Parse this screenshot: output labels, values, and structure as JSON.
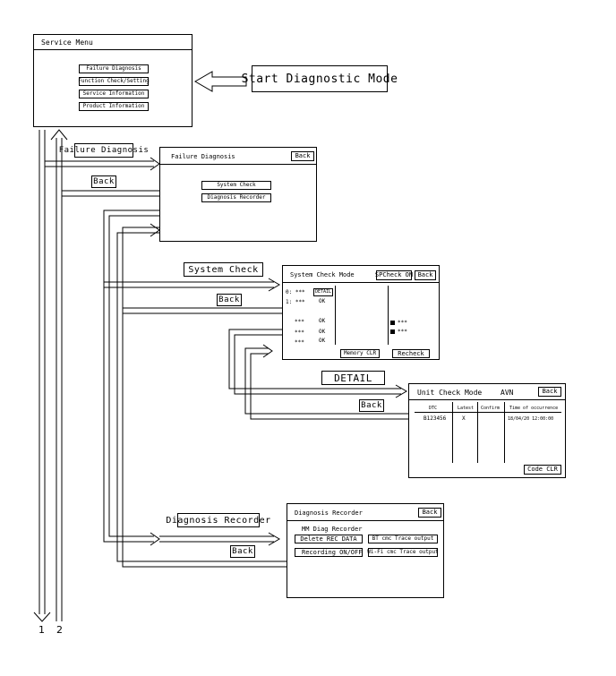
{
  "service_menu": {
    "title": "Service Menu",
    "items": [
      "Failure Diagnosis",
      "Function Check/Setting",
      "Service Information",
      "Product Information"
    ]
  },
  "start_label": "Start Diagnostic Mode",
  "labels": {
    "failure_diagnosis": "Failure Diagnosis",
    "back1": "Back",
    "system_check": "System Check",
    "back2": "Back",
    "detail": "DETAIL",
    "back3": "Back",
    "diagnosis_recorder": "Diagnosis Recorder",
    "back4": "Back"
  },
  "failure_screen": {
    "title": "Failure Diagnosis",
    "back": "Back",
    "items": [
      "System Check",
      "Diagnosis Recorder"
    ]
  },
  "system_check_screen": {
    "title": "System Check Mode",
    "spcheck": "SPCheck ON",
    "back": "Back",
    "row0": "0: ***",
    "row1": "1: ***",
    "detail": "DETAIL",
    "ok1": "OK",
    "rows": [
      "***",
      "***",
      "***"
    ],
    "oks": [
      "OK",
      "OK",
      "OK"
    ],
    "right_items": [
      "***",
      "***"
    ],
    "memory_clr": "Memory CLR",
    "recheck": "Recheck"
  },
  "unit_check_screen": {
    "title": "Unit Check Mode",
    "unit": "AVN",
    "back": "Back",
    "headers": [
      "DTC",
      "Latest",
      "Confirm",
      "Time of occurrence"
    ],
    "row": {
      "dtc": "B123456",
      "latest": "X",
      "confirm": "",
      "time": "18/04/20 12:00:00"
    },
    "code_clr": "Code CLR"
  },
  "recorder_screen": {
    "title": "Diagnosis Recorder",
    "back": "Back",
    "subtitle": "MM Diag Recorder",
    "delete": "Delete REC DATA",
    "bt_trace": "BT cmc Trace output",
    "recording": "Recording ON/OFF",
    "wifi_trace": "Wi-Fi cmc Trace output"
  },
  "arrow_numbers": [
    "1",
    "2"
  ]
}
